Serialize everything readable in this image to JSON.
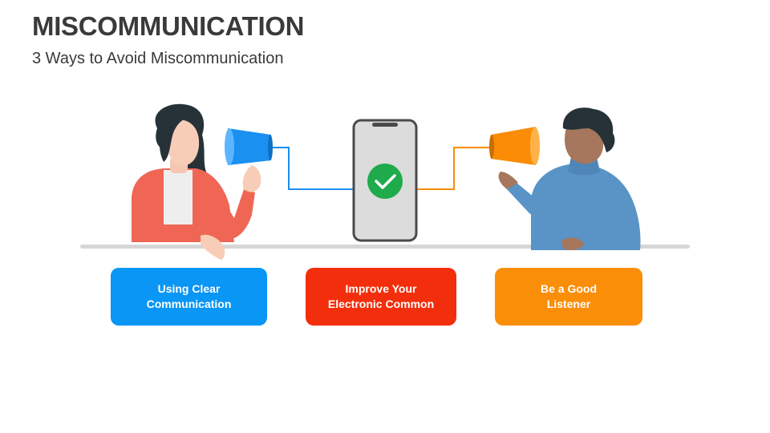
{
  "header": {
    "title": "MISCOMMUNICATION",
    "subtitle": "3 Ways to Avoid Miscommunication"
  },
  "ways": [
    {
      "label": "Using Clear\nCommunication",
      "color": "#0a96f5"
    },
    {
      "label": "Improve Your\nElectronic Common",
      "color": "#f32e0c"
    },
    {
      "label": "Be a Good\nListener",
      "color": "#fb8e08"
    }
  ],
  "colors": {
    "cup_left": "#1a90f0",
    "cup_right": "#fa8c06",
    "check": "#1faa4b",
    "woman_shirt": "#ef6655",
    "man_shirt": "#5a93c6"
  },
  "icons": [
    "check-icon"
  ]
}
